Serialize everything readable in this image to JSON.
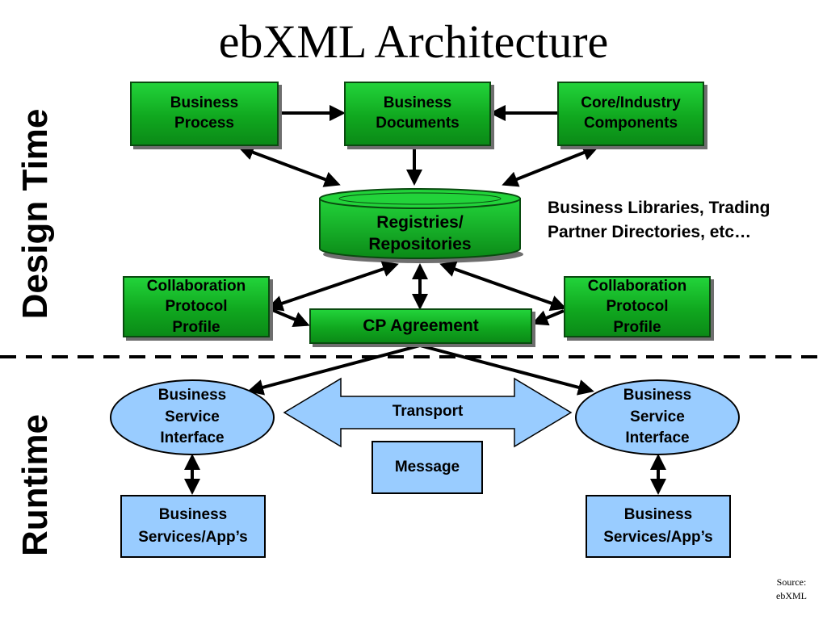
{
  "title": "ebXML Architecture",
  "sections": {
    "design_time": "Design Time",
    "runtime": "Runtime"
  },
  "design": {
    "business_process": "Business\nProcess",
    "business_documents": "Business\nDocuments",
    "core_components": "Core/Industry\nComponents",
    "registries": "Registries/\nRepositories",
    "library_note": "Business Libraries, Trading\nPartner Directories, etc…",
    "cpp_left": "Collaboration\nProtocol\nProfile",
    "cpp_right": "Collaboration\nProtocol\nProfile",
    "cpa": "CP Agreement"
  },
  "runtime": {
    "bsi_left": "Business\nService\nInterface",
    "bsi_right": "Business\nService\nInterface",
    "transport": "Transport",
    "message": "Message",
    "services_left": "Business\nServices/App’s",
    "services_right": "Business\nServices/App’s"
  },
  "source": "Source:\nebXML",
  "colors": {
    "green_box": "#10a81f",
    "blue_box": "#99ccff",
    "arrow": "#000000"
  }
}
